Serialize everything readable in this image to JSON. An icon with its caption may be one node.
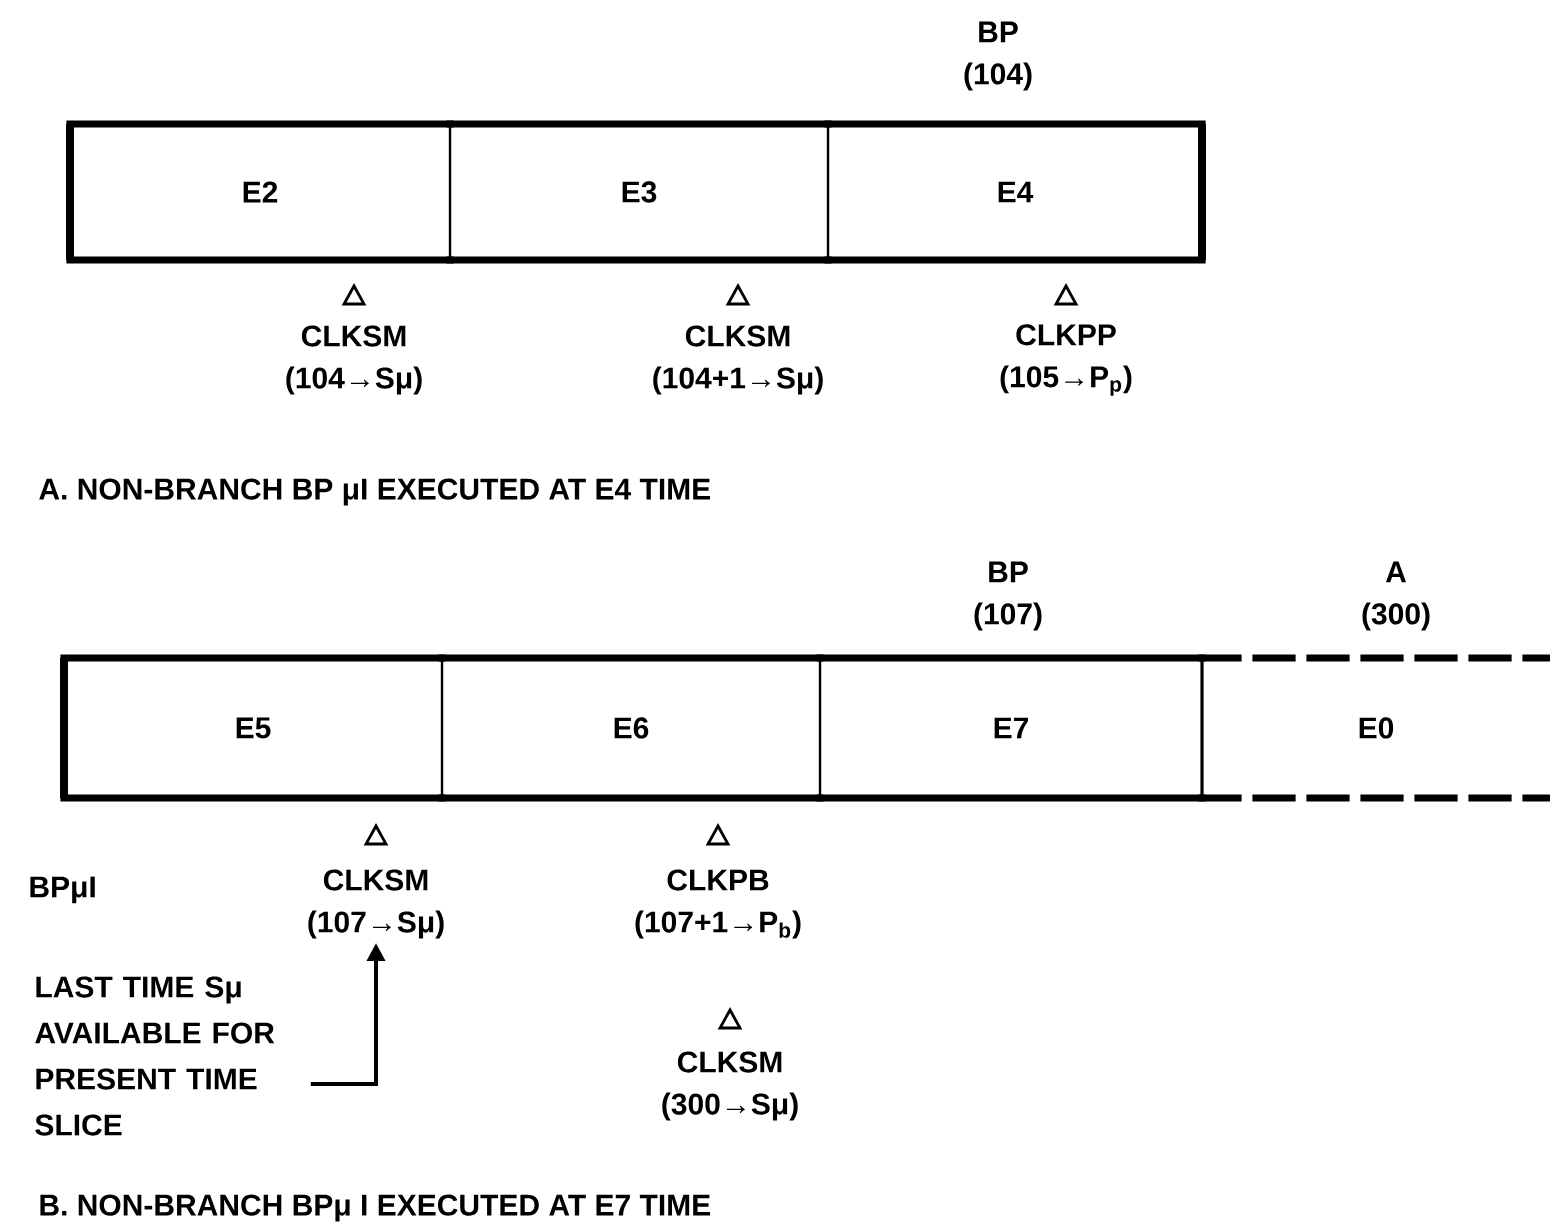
{
  "diagram": {
    "nodes": [
      {
        "text": [
          "E2"
        ]
      },
      {
        "text": [
          "E3"
        ]
      },
      {
        "text": [
          "E4"
        ]
      },
      {
        "text": [
          "E5"
        ]
      },
      {
        "text": [
          "E6"
        ]
      },
      {
        "text": [
          "E7"
        ]
      },
      {
        "text": [
          "E0"
        ]
      },
      {
        "text": [
          "LAST TIME Sμ AVAILABLE FOR PRESENT TIME SLICE"
        ]
      },
      {
        "text": [
          "CLKSM (107→Sμ)"
        ]
      }
    ],
    "edges": [
      {
        "from": 7,
        "to": 8,
        "arrow": "to"
      }
    ],
    "labels": [
      "BP (104)",
      "CLKSM (104→Sμ)",
      "CLKSM (104+1→Sμ)",
      "CLKPP (105→P$_{p}$)",
      "A. NON-BRANCH BP μI EXECUTED AT E4 TIME",
      "BP (107)",
      "A (300)",
      "BPμI",
      "CLKPB (107+1→P$_{b}$)",
      "CLKSM (300→Sμ)",
      "B. NON-BRANCH BPμ I EXECUTED AT E7 TIME"
    ]
  }
}
